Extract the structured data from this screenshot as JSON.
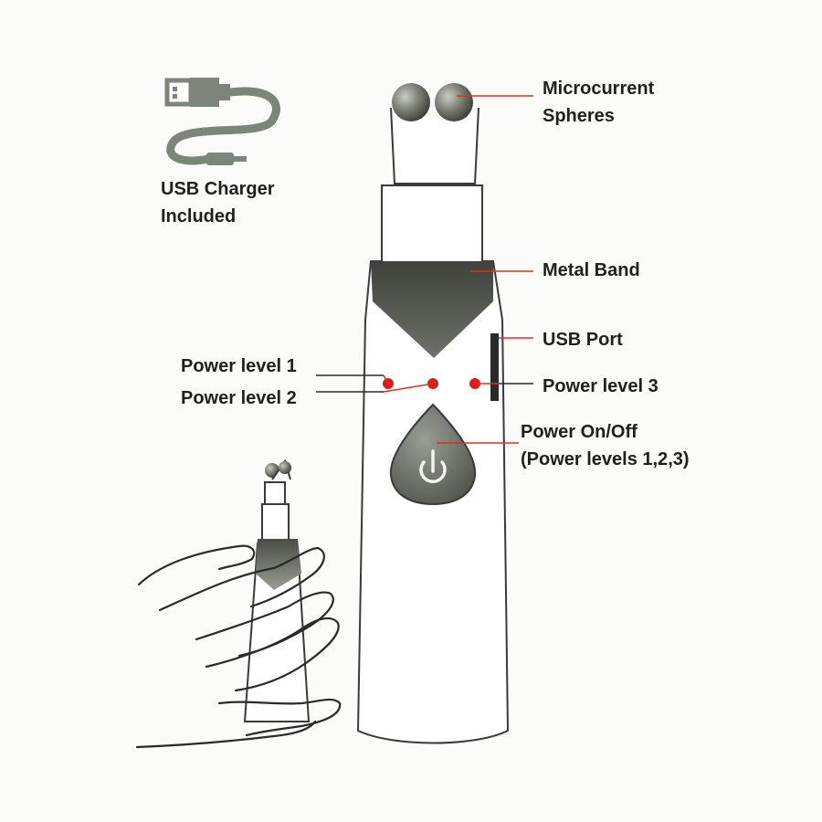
{
  "usb_charger": {
    "line1": "USB Charger",
    "line2": "Included"
  },
  "labels": {
    "microcurrent_line1": "Microcurrent",
    "microcurrent_line2": "Spheres",
    "metal_band": "Metal Band",
    "usb_port": "USB Port",
    "power_level_1": "Power level 1",
    "power_level_2": "Power level 2",
    "power_level_3": "Power level 3",
    "power_onoff_line1": "Power On/Off",
    "power_onoff_line2": "(Power levels 1,2,3)"
  },
  "colors": {
    "leader_line": "#e0301e",
    "indicator_led": "#d62020",
    "metal_band": "#4f5249",
    "cable": "#7d8479",
    "outline": "#3a3a3a",
    "text": "#1f1f1f"
  },
  "icons": [
    "usb-cable-icon",
    "power-icon",
    "hand-icon"
  ]
}
